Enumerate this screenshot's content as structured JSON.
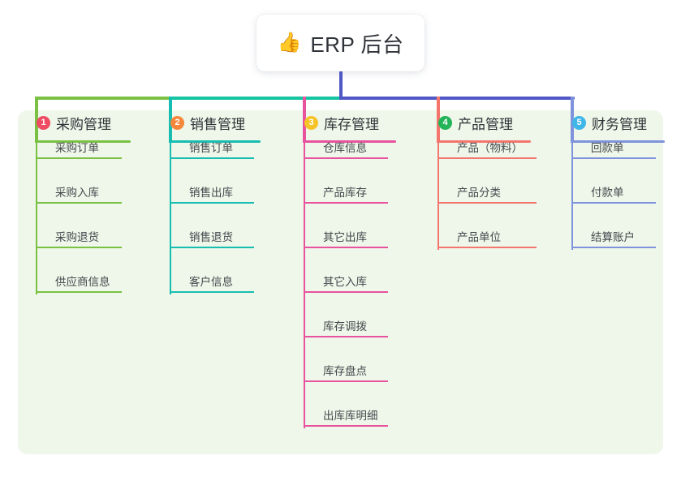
{
  "root": {
    "emoji": "👍",
    "emoji_name": "thumbs-up-icon",
    "title": "ERP 后台"
  },
  "theme": {
    "panel_bg": "#eef7e9",
    "page_bg": "#ffffff",
    "root_text": "#2f3238",
    "leaf_text": "#45484e",
    "trunk_left": "#7ac143",
    "trunk_mid": "#14c4a2",
    "trunk_right": "#4f58c4"
  },
  "columns": [
    {
      "index": "1",
      "title": "采购管理",
      "badge_color": "#ef4b62",
      "line_color": "#7ac143",
      "leaves": [
        {
          "label": "采购订单"
        },
        {
          "label": "采购入库"
        },
        {
          "label": "采购退货"
        },
        {
          "label": "供应商信息"
        }
      ]
    },
    {
      "index": "2",
      "title": "销售管理",
      "badge_color": "#f5873a",
      "line_color": "#17bdb0",
      "leaves": [
        {
          "label": "销售订单"
        },
        {
          "label": "销售出库"
        },
        {
          "label": "销售退货"
        },
        {
          "label": "客户信息"
        }
      ]
    },
    {
      "index": "3",
      "title": "库存管理",
      "badge_color": "#f6c327",
      "line_color": "#e8529e",
      "leaves": [
        {
          "label": "仓库信息"
        },
        {
          "label": "产品库存"
        },
        {
          "label": "其它出库"
        },
        {
          "label": "其它入库"
        },
        {
          "label": "库存调拨"
        },
        {
          "label": "库存盘点"
        },
        {
          "label": "出库库明细"
        }
      ]
    },
    {
      "index": "4",
      "title": "产品管理",
      "badge_color": "#23b358",
      "line_color": "#f4756e",
      "leaves": [
        {
          "label": "产品（物料）"
        },
        {
          "label": "产品分类"
        },
        {
          "label": "产品单位"
        }
      ]
    },
    {
      "index": "5",
      "title": "财务管理",
      "badge_color": "#3fb6e8",
      "line_color": "#7f93dd",
      "leaves": [
        {
          "label": "回款单"
        },
        {
          "label": "付款单"
        },
        {
          "label": "结算账户"
        }
      ]
    }
  ]
}
